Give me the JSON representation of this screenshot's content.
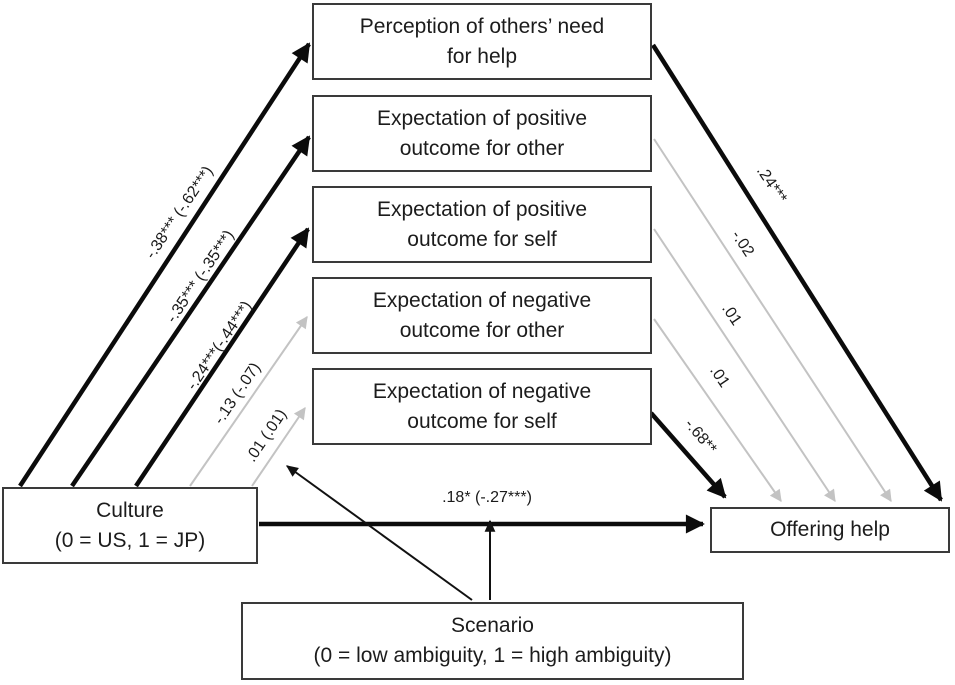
{
  "figure": {
    "nodes": {
      "culture": {
        "line1": "Culture",
        "line2": "(0 = US, 1 = JP)"
      },
      "scenario": {
        "line1": "Scenario",
        "line2": "(0 = low ambiguity, 1 = high ambiguity)"
      },
      "offering_help": {
        "label": "Offering help"
      },
      "mediators": [
        {
          "line1": "Perception of others’ need",
          "line2": "for help"
        },
        {
          "line1": "Expectation of positive",
          "line2": "outcome for other"
        },
        {
          "line1": "Expectation of positive",
          "line2": "outcome for self"
        },
        {
          "line1": "Expectation of negative",
          "line2": "outcome for other"
        },
        {
          "line1": "Expectation of negative",
          "line2": "outcome for self"
        }
      ]
    },
    "edges": [
      {
        "from": "culture",
        "to": "perception-of-others-need",
        "label": "-.38*** (-.62***)",
        "style": "black-bold"
      },
      {
        "from": "culture",
        "to": "expectation-positive-other",
        "label": "-.35*** (-.35***)",
        "style": "black-bold"
      },
      {
        "from": "culture",
        "to": "expectation-positive-self",
        "label": "-.24***(-.44***)",
        "style": "black-bold"
      },
      {
        "from": "culture",
        "to": "expectation-negative-other",
        "label": "-.13 (-.07)",
        "style": "gray"
      },
      {
        "from": "culture",
        "to": "expectation-negative-self",
        "label": ".01 (.01)",
        "style": "gray"
      },
      {
        "from": "perception-of-others-need",
        "to": "offering-help",
        "label": ".24***",
        "style": "black-bold"
      },
      {
        "from": "expectation-positive-other",
        "to": "offering-help",
        "label": "-.02",
        "style": "gray"
      },
      {
        "from": "expectation-positive-self",
        "to": "offering-help",
        "label": ".01",
        "style": "gray"
      },
      {
        "from": "expectation-negative-other",
        "to": "offering-help",
        "label": ".01",
        "style": "gray"
      },
      {
        "from": "expectation-negative-self",
        "to": "offering-help",
        "label": "-.68**",
        "style": "black-bold"
      },
      {
        "from": "culture",
        "to": "offering-help",
        "label": ".18* (-.27***)",
        "style": "black-bold"
      },
      {
        "from": "scenario",
        "to": "culture-offering-path",
        "label": "",
        "style": "thin-black"
      },
      {
        "from": "scenario",
        "to": "culture-mediator-paths",
        "label": "",
        "style": "thin-black"
      }
    ],
    "colors": {
      "significant_path": "#0b0b0b",
      "nonsignificant_path": "#c3c3c3",
      "box_border": "#3a3a3a",
      "background": "#ffffff"
    }
  }
}
